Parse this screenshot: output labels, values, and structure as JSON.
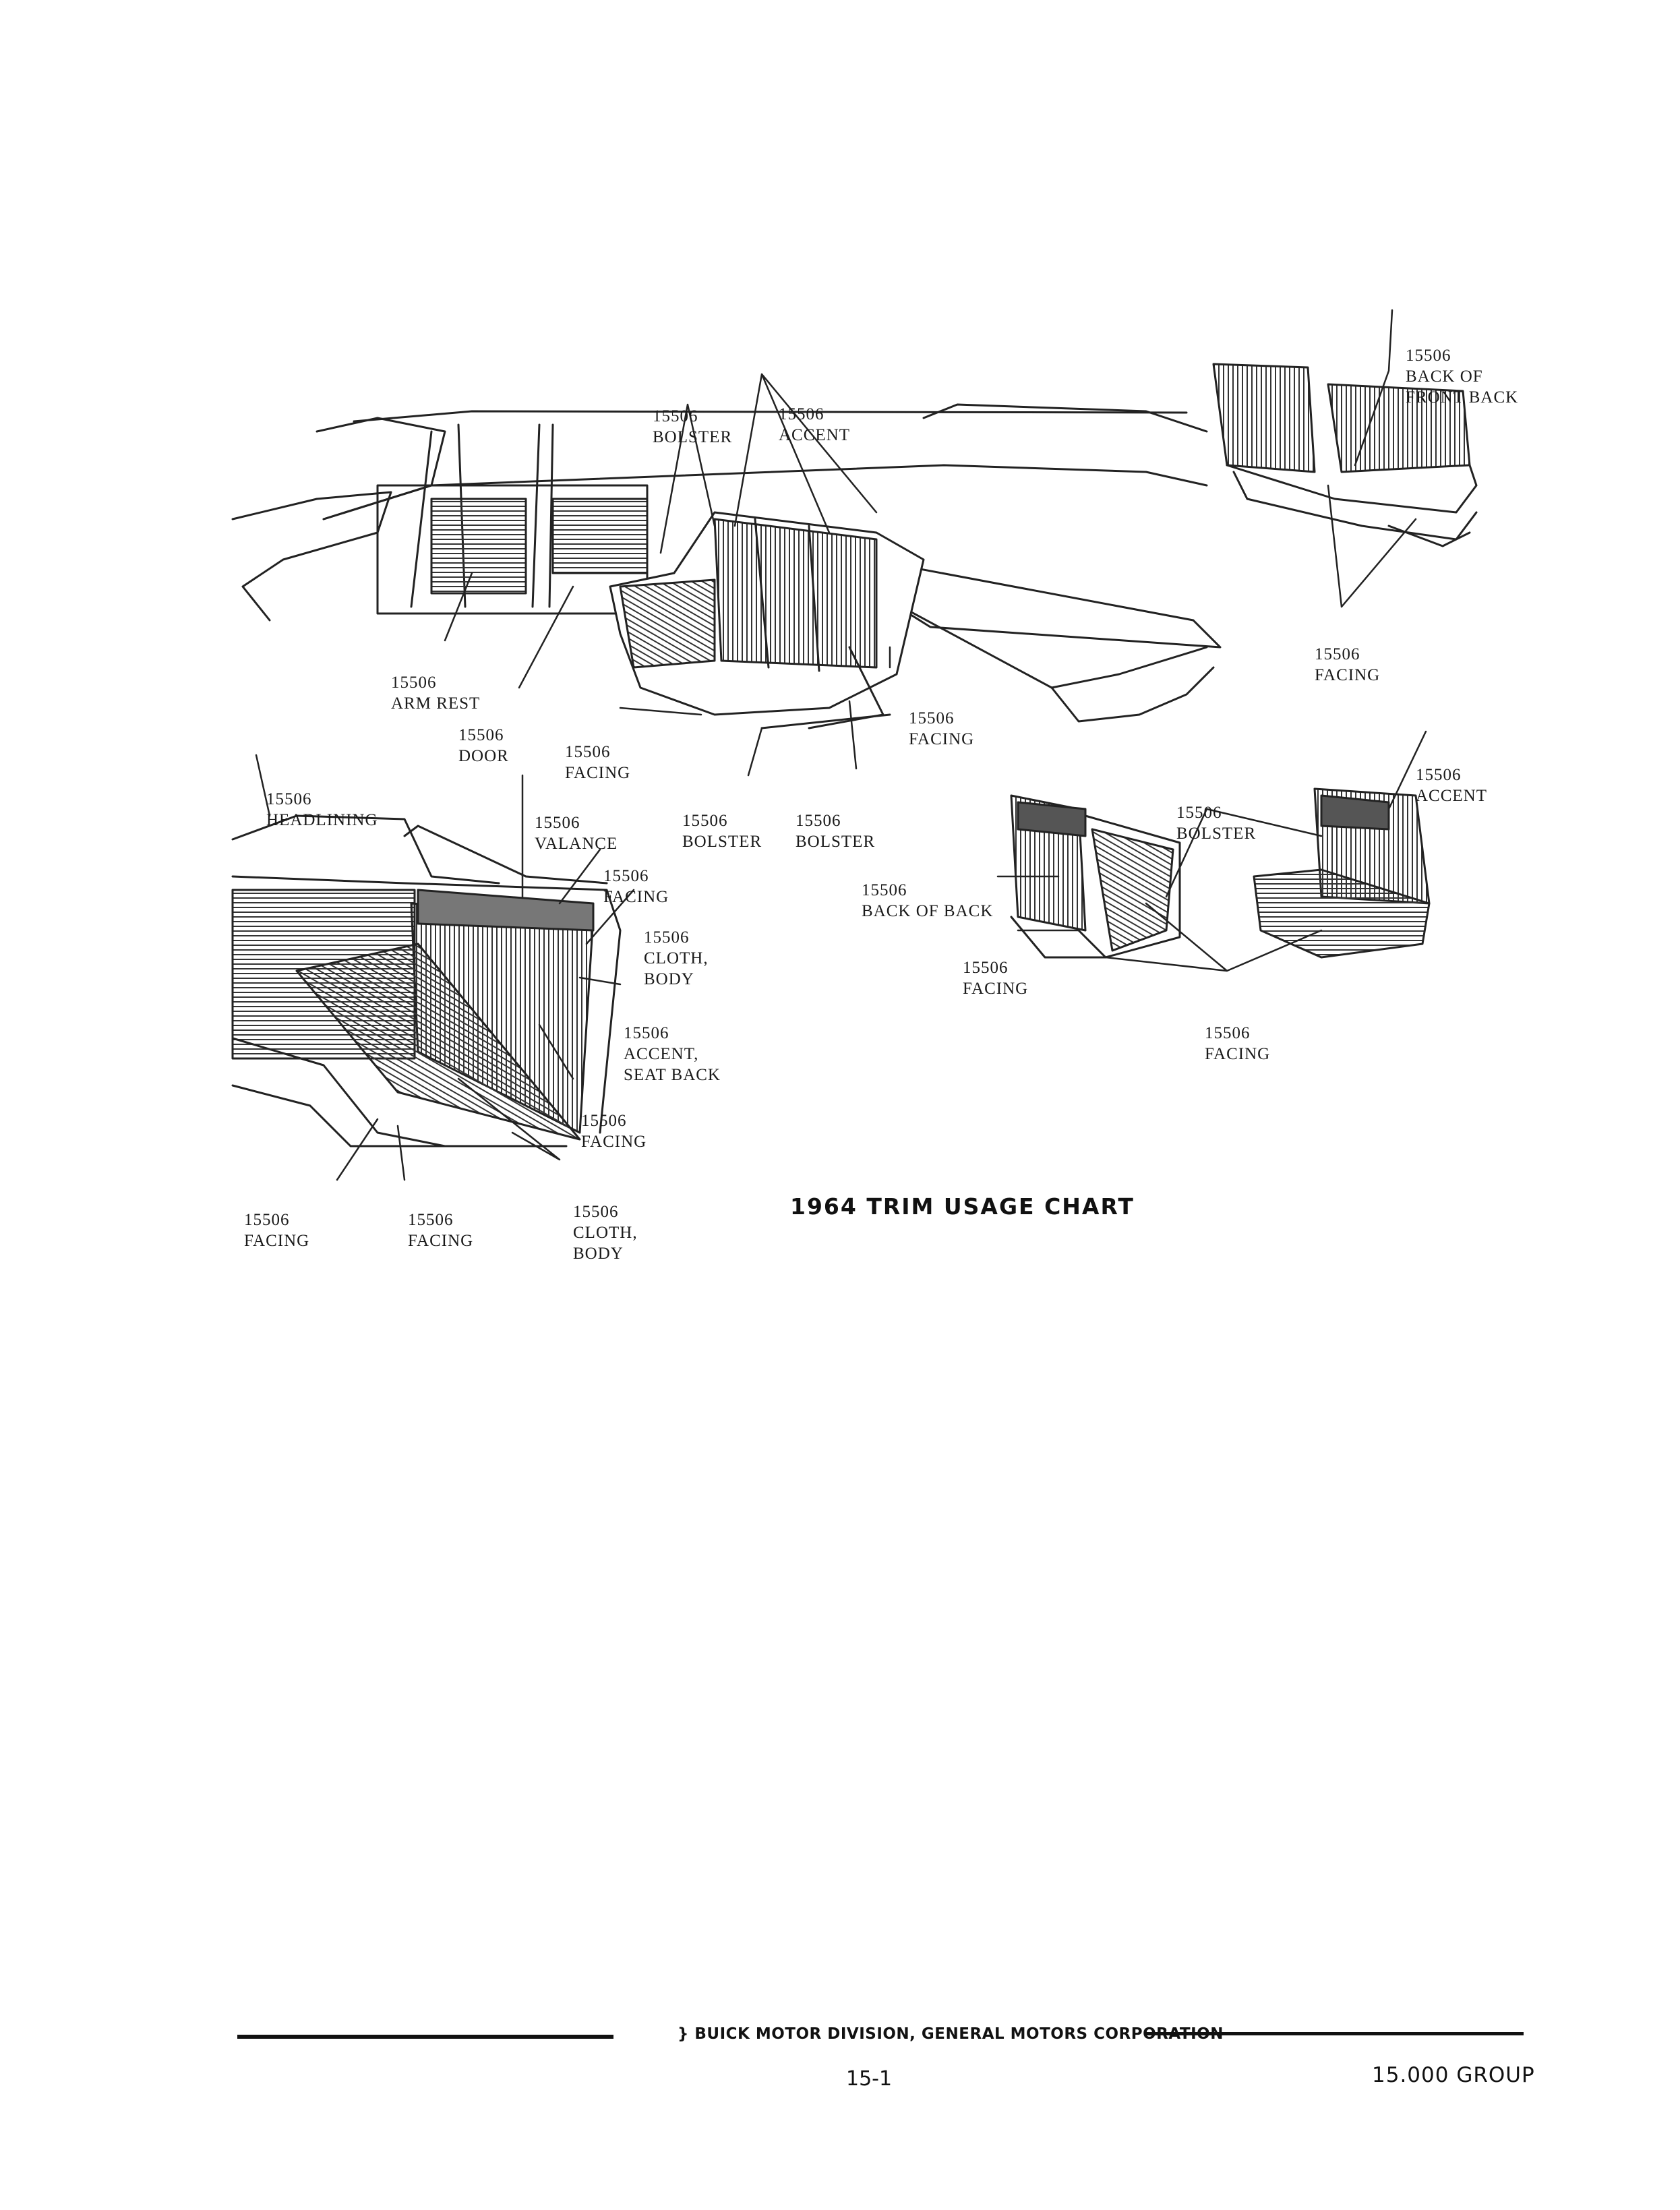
{
  "callouts": {
    "bolster_top": [
      "15506",
      "BOLSTER"
    ],
    "accent_top": [
      "15506",
      "ACCENT"
    ],
    "arm_rest": [
      "15506",
      "ARM REST"
    ],
    "door": [
      "15506",
      "DOOR"
    ],
    "facing_mid": [
      "15506",
      "FACING"
    ],
    "facing_right": [
      "15506",
      "FACING"
    ],
    "bolster_bot_l": [
      "15506",
      "BOLSTER"
    ],
    "bolster_bot_r": [
      "15506",
      "BOLSTER"
    ],
    "back_of_front": [
      "15506",
      "BACK OF",
      "FRONT BACK"
    ],
    "facing_tr": [
      "15506",
      "FACING"
    ],
    "headlining": [
      "15506",
      "HEADLINING"
    ],
    "valance": [
      "15506",
      "VALANCE"
    ],
    "facing_rear_top": [
      "15506",
      "FACING"
    ],
    "cloth_body_top": [
      "15506",
      "CLOTH,",
      "BODY"
    ],
    "accent_seatback": [
      "15506",
      "ACCENT,",
      "SEAT BACK"
    ],
    "facing_rear_mid": [
      "15506",
      "FACING"
    ],
    "facing_bl": [
      "15506",
      "FACING"
    ],
    "facing_bm": [
      "15506",
      "FACING"
    ],
    "cloth_body_bot": [
      "15506",
      "CLOTH,",
      "BODY"
    ],
    "bolster_br": [
      "15506",
      "BOLSTER"
    ],
    "accent_br": [
      "15506",
      "ACCENT"
    ],
    "back_of_back": [
      "15506",
      "BACK OF BACK"
    ],
    "facing_br_l": [
      "15506",
      "FACING"
    ],
    "facing_br_r": [
      "15506",
      "FACING"
    ]
  },
  "caption": "1964 TRIM USAGE CHART",
  "footer": {
    "division": "} BUICK MOTOR DIVISION, GENERAL MOTORS CORPORATION",
    "page_number": "15-1",
    "group": "15.000 GROUP"
  }
}
